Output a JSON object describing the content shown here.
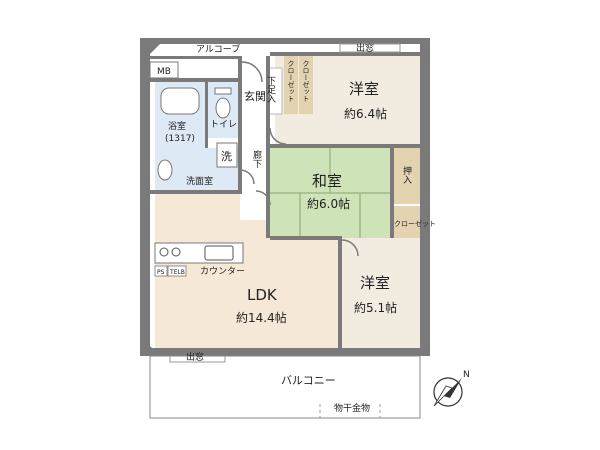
{
  "rooms": {
    "western_north": {
      "name": "洋室",
      "area": "約6.4帖"
    },
    "japanese": {
      "name": "和室",
      "area": "約6.0帖"
    },
    "western_south": {
      "name": "洋室",
      "area": "約5.1帖"
    },
    "ldk": {
      "name": "LDK",
      "area": "約14.4帖"
    },
    "bath": {
      "name": "浴室",
      "size": "(1317)"
    },
    "toilet": {
      "name": "トイレ"
    },
    "washroom": {
      "name": "洗面室"
    },
    "wash_machine": {
      "name": "洗"
    },
    "entrance": {
      "name": "玄関"
    },
    "shoe_box": {
      "name": "下足入"
    },
    "hallway": {
      "name": "廊下"
    },
    "closet_1": {
      "name": "クローゼット"
    },
    "closet_2": {
      "name": "クローゼット"
    },
    "closet_3": {
      "name": "クローゼット"
    },
    "oshiire": {
      "name": "押入"
    },
    "counter": {
      "name": "カウンター"
    }
  },
  "labels": {
    "alcove": "アルコーブ",
    "bay_window_top": "出窓",
    "bay_window_bottom": "出窓",
    "mb": "MB",
    "balcony": "バルコニー",
    "laundry_pole": "物干金物",
    "ps": "PS",
    "telb": "TELB",
    "compass_n": "N"
  },
  "colors": {
    "wall": "#7a7a7a",
    "western_floor": "#f2ebe0",
    "ldk_floor": "#f6e8d6",
    "tatami": "#cfe3b8",
    "tatami_line": "#8aa66a",
    "wet_area": "#dde9f5",
    "closet": "#e3d3b1",
    "hallway": "#ffffff"
  }
}
